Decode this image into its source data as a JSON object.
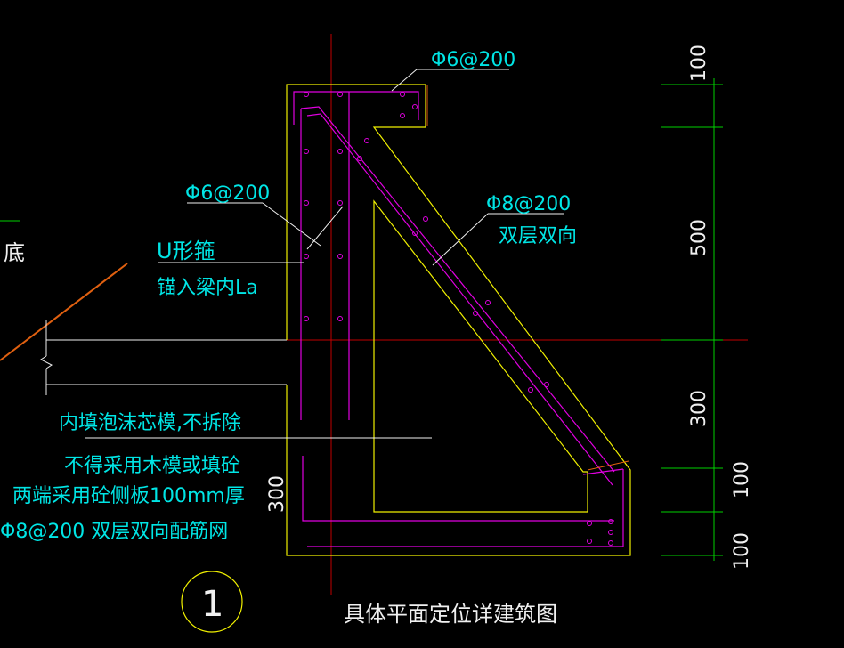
{
  "colors": {
    "background": "#000000",
    "outline": "#f0f000",
    "rebar": "#e000e0",
    "annotation": "#00e5e5",
    "dimension": "#00d000",
    "axis": "#c00000",
    "leader": "#f0f0f0",
    "slope": "#e06010"
  },
  "labels": {
    "top_bar": "Φ6@200",
    "stirrup_bar": "Φ6@200",
    "u_stirrup": "U形箍",
    "anchor": "锚入梁内La",
    "diag_bar": "Φ8@200",
    "double_layer": "双层双向",
    "foam_core": "内填泡沫芯模,不拆除",
    "no_timber": "不得采用木模或填砼",
    "side_board": "两端采用砼侧板100mm厚",
    "mesh": "Φ8@200 双层双向配筋网",
    "bottom_word": "底",
    "title": "具体平面定位详建筑图",
    "detail_number": "1"
  },
  "dimensions": {
    "d1": "100",
    "d2": "500",
    "d3": "300",
    "d4": "100",
    "d5": "100",
    "left_dim": "300"
  }
}
